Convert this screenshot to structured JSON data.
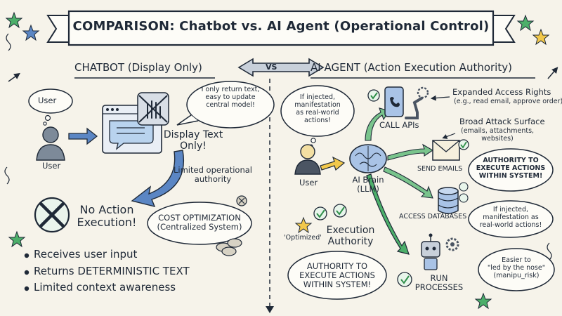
{
  "title": "COMPARISON: Chatbot vs. AI Agent (Operational Control)",
  "vs_label": "VS",
  "chatbot": {
    "header": "CHATBOT (Display Only)",
    "user_bubble": "User",
    "user_label": "User",
    "speech_bubble": [
      "I only return text,",
      "easy to update",
      "central model!"
    ],
    "display_text": [
      "Display Text",
      "Only!"
    ],
    "limited_authority": [
      "Limited operational",
      "authority"
    ],
    "no_action": [
      "No Action",
      "Execution!"
    ],
    "cost_optimization": [
      "COST OPTIMIZATION",
      "(Centralized System)"
    ],
    "bullets": [
      "Receives user input",
      "Returns DETERMINISTIC TEXT",
      "Limited context awareness"
    ]
  },
  "agent": {
    "header": "AI AGENT (Action Execution Authority)",
    "injected_bubble_left": [
      "If injected,",
      "manifestation",
      "as real-world",
      "actions!"
    ],
    "user_label": "User",
    "brain_label": [
      "AI Brain",
      "(LLM)"
    ],
    "call_apis": "CALL APIs",
    "expanded_access": "Expanded Access Rights",
    "expanded_access_sub": "(e.g., read email, approve order)",
    "broad_attack": "Broad Attack Surface",
    "broad_attack_sub": [
      "(emails, attachments,",
      "websites)"
    ],
    "send_emails": "SEND EMAILS",
    "authority_bubble_right": [
      "AUTHORITY TO",
      "EXECUTE ACTIONS",
      "WITHIN SYSTEM!"
    ],
    "access_databases": "ACCESS DATABASES",
    "injected_bubble_right": [
      "If injected,",
      "manifestation as",
      "real-world actions!"
    ],
    "optimized": "'Optimized'",
    "execution_authority": [
      "Execution",
      "Authority"
    ],
    "authority_bubble_bottom": [
      "AUTHORITY TO",
      "EXECUTE ACTIONS",
      "WITHIN SYSTEM!"
    ],
    "run_processes": [
      "RUN",
      "PROCESSES"
    ],
    "led_bubble": [
      "Easier to",
      "\"led by the nose\"",
      "(manipu_risk)"
    ]
  },
  "colors": {
    "background": "#f6f3ea",
    "ink": "#1f2937",
    "blue_accent": "#5b86c4",
    "green_accent": "#4caf6a",
    "bubble_fill": "#fdfcf7"
  }
}
